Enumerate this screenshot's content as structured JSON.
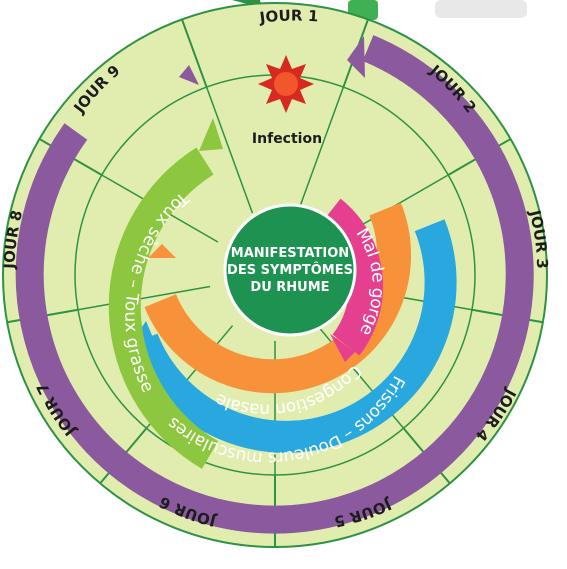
{
  "days": [
    "JOUR 1",
    "JOUR 2",
    "JOUR 3",
    "JOUR 4",
    "JOUR 5",
    "JOUR 6",
    "JOUR 7",
    "JOUR 8",
    "JOUR 9"
  ],
  "center": {
    "lines": [
      "MANIFESTATION",
      "DES SYMPTÔMES",
      "DU RHUME"
    ]
  },
  "infection": {
    "label": "Infection",
    "icon": "virus-icon"
  },
  "symptoms": [
    {
      "key": "toux",
      "label": "Toux sèche – Toux grasse",
      "color": "#8dc63f"
    },
    {
      "key": "gorge",
      "label": "Mal de gorge",
      "color": "#e5408f"
    },
    {
      "key": "congestion",
      "label": "Congestion nasale",
      "color": "#f7923a"
    },
    {
      "key": "frissons",
      "label": "Frissons – Douleurs musculaires",
      "color": "#29a8e0"
    }
  ],
  "duration_arc": {
    "color": "#8b5a9e"
  },
  "colors": {
    "wheel": "#e1edae",
    "wheel_border": "#2e9244",
    "center": "#1e9250"
  }
}
